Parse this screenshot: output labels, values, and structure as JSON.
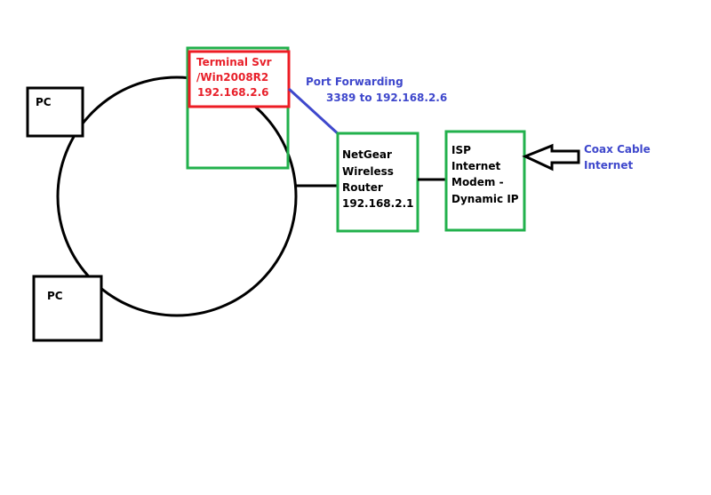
{
  "colors": {
    "box_green": "#22b14c",
    "box_red": "#ed1c24",
    "accent_blue": "#3f48cc",
    "line_black": "#000000"
  },
  "nodes": {
    "pc_top": {
      "label": "PC"
    },
    "pc_bottom": {
      "label": "PC"
    },
    "terminal_server": {
      "lines": [
        "Terminal Svr",
        "/Win2008R2",
        "192.168.2.6"
      ]
    },
    "router": {
      "lines": [
        "NetGear",
        "Wireless",
        "Router",
        "192.168.2.1"
      ]
    },
    "modem": {
      "lines": [
        "ISP",
        "Internet",
        "Modem -",
        "Dynamic IP"
      ]
    }
  },
  "annotations": {
    "port_forwarding": {
      "lines": [
        "Port Forwarding",
        "3389 to 192.168.2.6"
      ]
    },
    "coax": {
      "lines": [
        "Coax Cable",
        "Internet"
      ]
    }
  }
}
